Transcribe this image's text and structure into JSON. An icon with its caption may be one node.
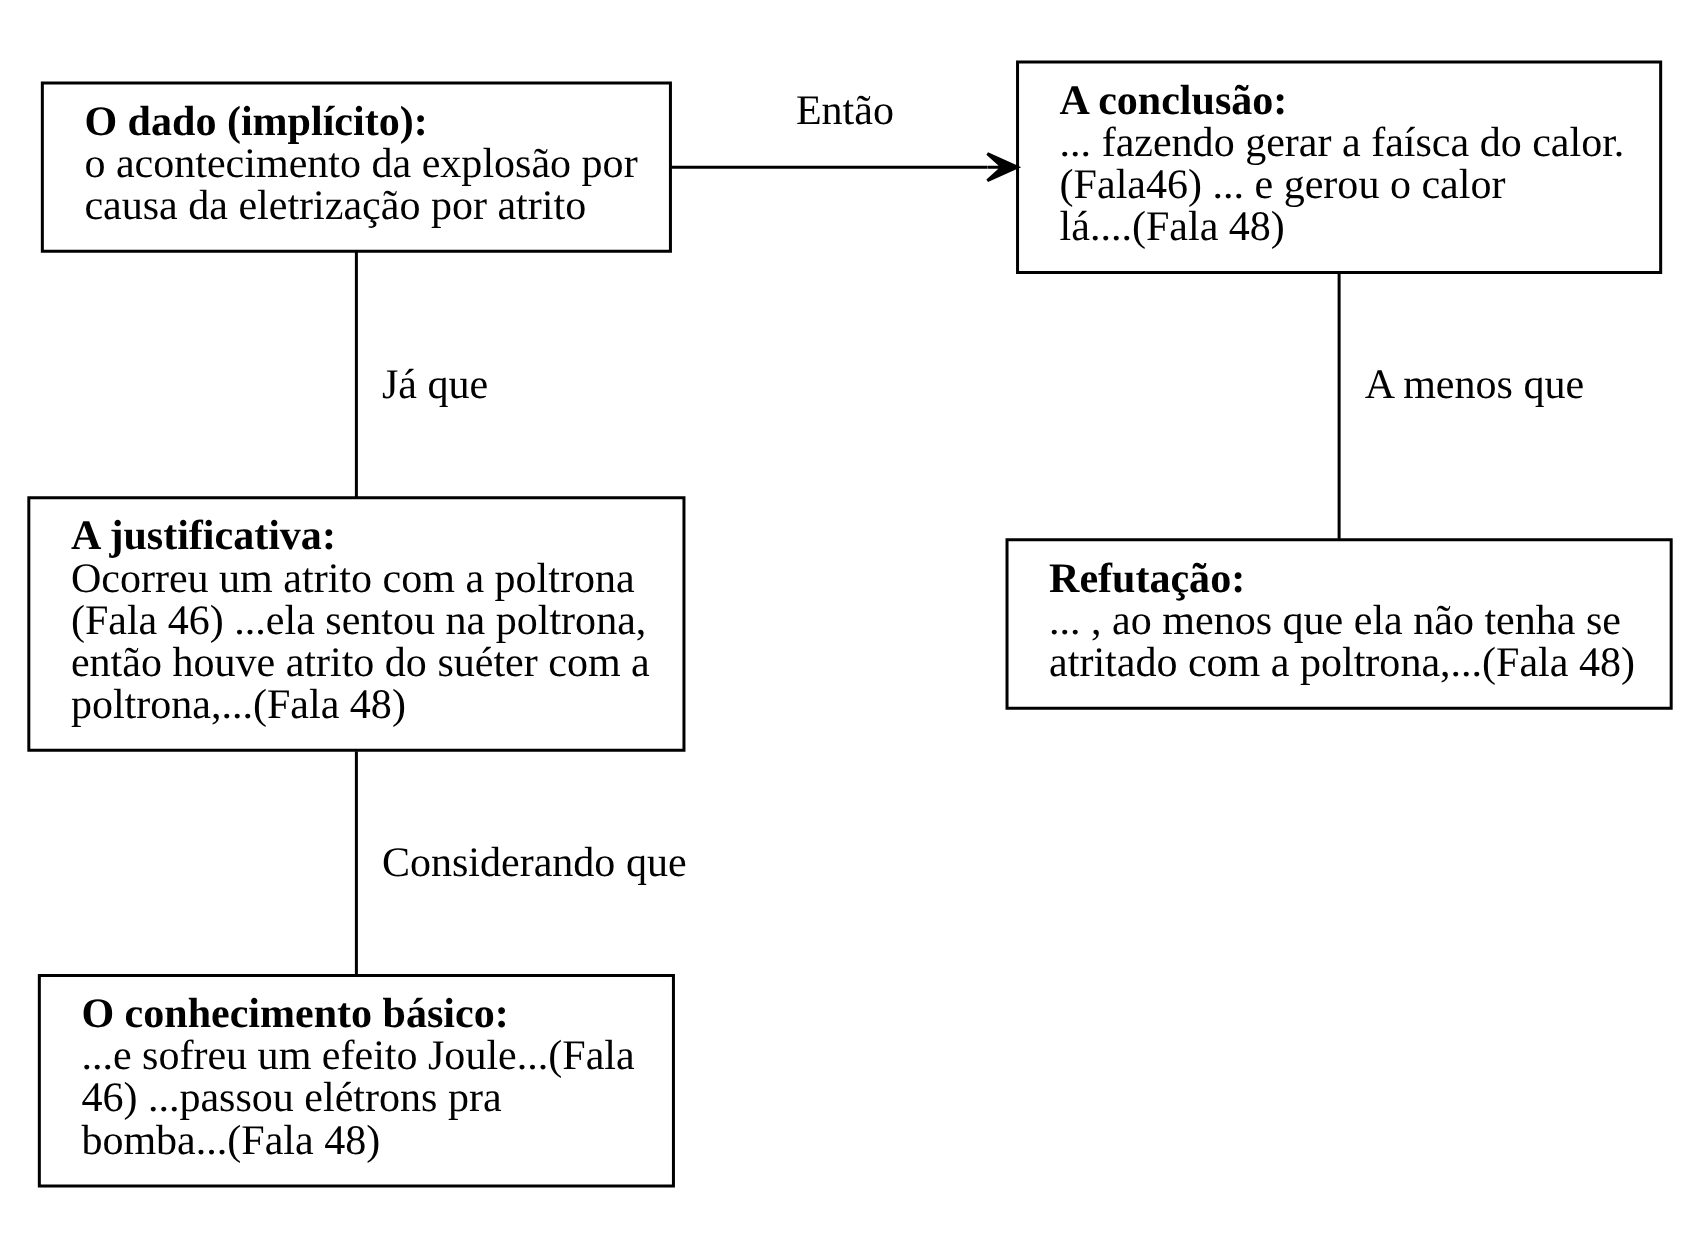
{
  "diagram": {
    "nodes": [
      {
        "text": [
          "O dado (implícito):",
          "o acontecimento da explosão por causa da eletrização por atrito"
        ]
      },
      {
        "text": [
          "A conclusão:",
          "... fazendo gerar a faísca do calor. (Fala46) ... e gerou o calor lá....(Fala 48)"
        ]
      },
      {
        "text": [
          "A justificativa:",
          "Ocorreu um atrito com a poltrona (Fala 46) ...ela sentou na poltrona, então houve atrito do suéter com a poltrona,...(Fala 48)"
        ]
      },
      {
        "text": [
          "Refutação:",
          "... , ao menos que ela não tenha se atritado com a poltrona,...(Fala 48)"
        ]
      },
      {
        "text": [
          "O conhecimento básico:",
          "...e sofreu um efeito Joule...(Fala 46) ...passou elétrons pra bomba...(Fala 48)"
        ]
      }
    ],
    "edges": [
      {
        "from": 0,
        "to": 1,
        "arrow": "to",
        "label": "Então"
      },
      {
        "from": 0,
        "to": 2,
        "arrow": "none",
        "label": "Já que"
      },
      {
        "from": 1,
        "to": 3,
        "arrow": "none",
        "label": "A menos que"
      },
      {
        "from": 2,
        "to": 4,
        "arrow": "none",
        "label": "Considerando que"
      }
    ]
  }
}
